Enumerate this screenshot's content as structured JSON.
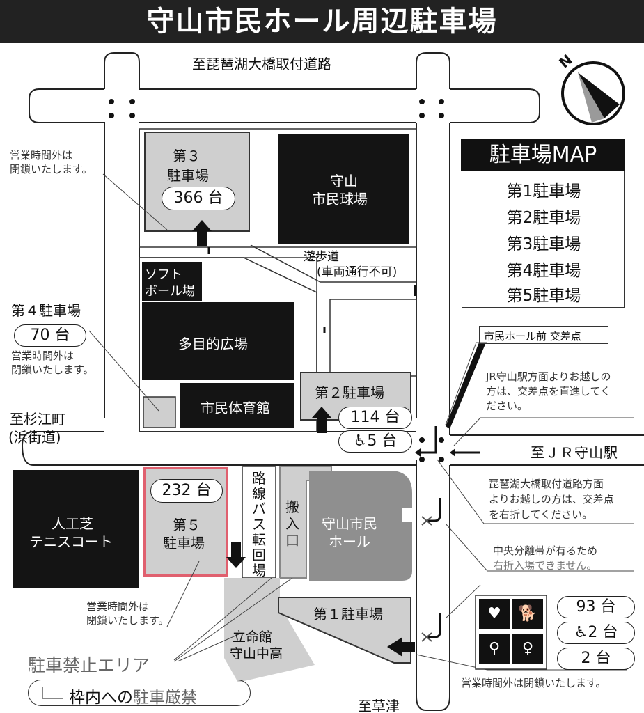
{
  "header": {
    "title": "守山市民ホール周辺駐車場"
  },
  "roads": {
    "north": "至琵琶湖大橋取付道路",
    "west_line1": "至杉江町",
    "west_line2": "(浜街道)",
    "east": "至ＪＲ守山駅",
    "south": "至草津"
  },
  "lots": {
    "p3": {
      "line1": "第３",
      "line2": "駐車場",
      "count": "366 台"
    },
    "p4": {
      "name": "第４駐車場",
      "count": "70 台"
    },
    "p5": {
      "count": "232 台",
      "line1": "第５",
      "line2": "駐車場"
    },
    "p2": {
      "name": "第２駐車場",
      "count": "114 台",
      "accessible_count": "5 台"
    },
    "p1": {
      "name": "第１駐車場",
      "count": "93 台",
      "accessible_count": "2 台",
      "other_count": "2 台"
    }
  },
  "facilities": {
    "stadium_line1": "守山",
    "stadium_line2": "市民球場",
    "softball_line1": "ソフト",
    "softball_line2": "ボール場",
    "plaza": "多目的広場",
    "gym": "市民体育館",
    "tennis_line1": "人工芝",
    "tennis_line2": "テニスコート",
    "hall_line1": "守山市民",
    "hall_line2": "ホール",
    "school_line1": "立命館",
    "school_line2": "守山中高",
    "bus_turnaround": "路線バス転回場",
    "loading": "搬入口",
    "footpath_line1": "遊歩道",
    "footpath_line2": "(車両通行不可)"
  },
  "notes": {
    "closed_line1": "営業時間外は",
    "closed_line2": "閉鎖いたします。",
    "closed_single": "営業時間外は閉鎖いたします。",
    "intersection": "市民ホール前 交差点",
    "jr_line1": "JR守山駅方面よりお越しの",
    "jr_line2": "方は、交差点を直進してく",
    "jr_line3": "ださい。",
    "biwako_line1": "琵琶湖大橋取付道路方面",
    "biwako_line2": "よりお越しの方は、交差点",
    "biwako_line3": "を右折してください。",
    "median_line1": "中央分離帯が有るため",
    "median_line2": "右折入場できません。"
  },
  "no_parking": {
    "title": "駐車禁止エリア",
    "prefix": "枠内への",
    "suffix": "駐車厳禁"
  },
  "compass": {
    "label": "N"
  },
  "legend": {
    "title": "駐車場MAP",
    "items": [
      "第1駐車場",
      "第2駐車場",
      "第3駐車場",
      "第4駐車場",
      "第5駐車場"
    ]
  },
  "icons": [
    "accessible-heart-icon",
    "guide-dog-icon",
    "elderly-cane-icon",
    "pregnant-woman-icon"
  ],
  "colors": {
    "highlight": "#e0606f",
    "lot_gray": "#cfcfcf",
    "building": "#141414",
    "hall_gray": "#8f8f8f",
    "warn_gray": "#666666"
  }
}
